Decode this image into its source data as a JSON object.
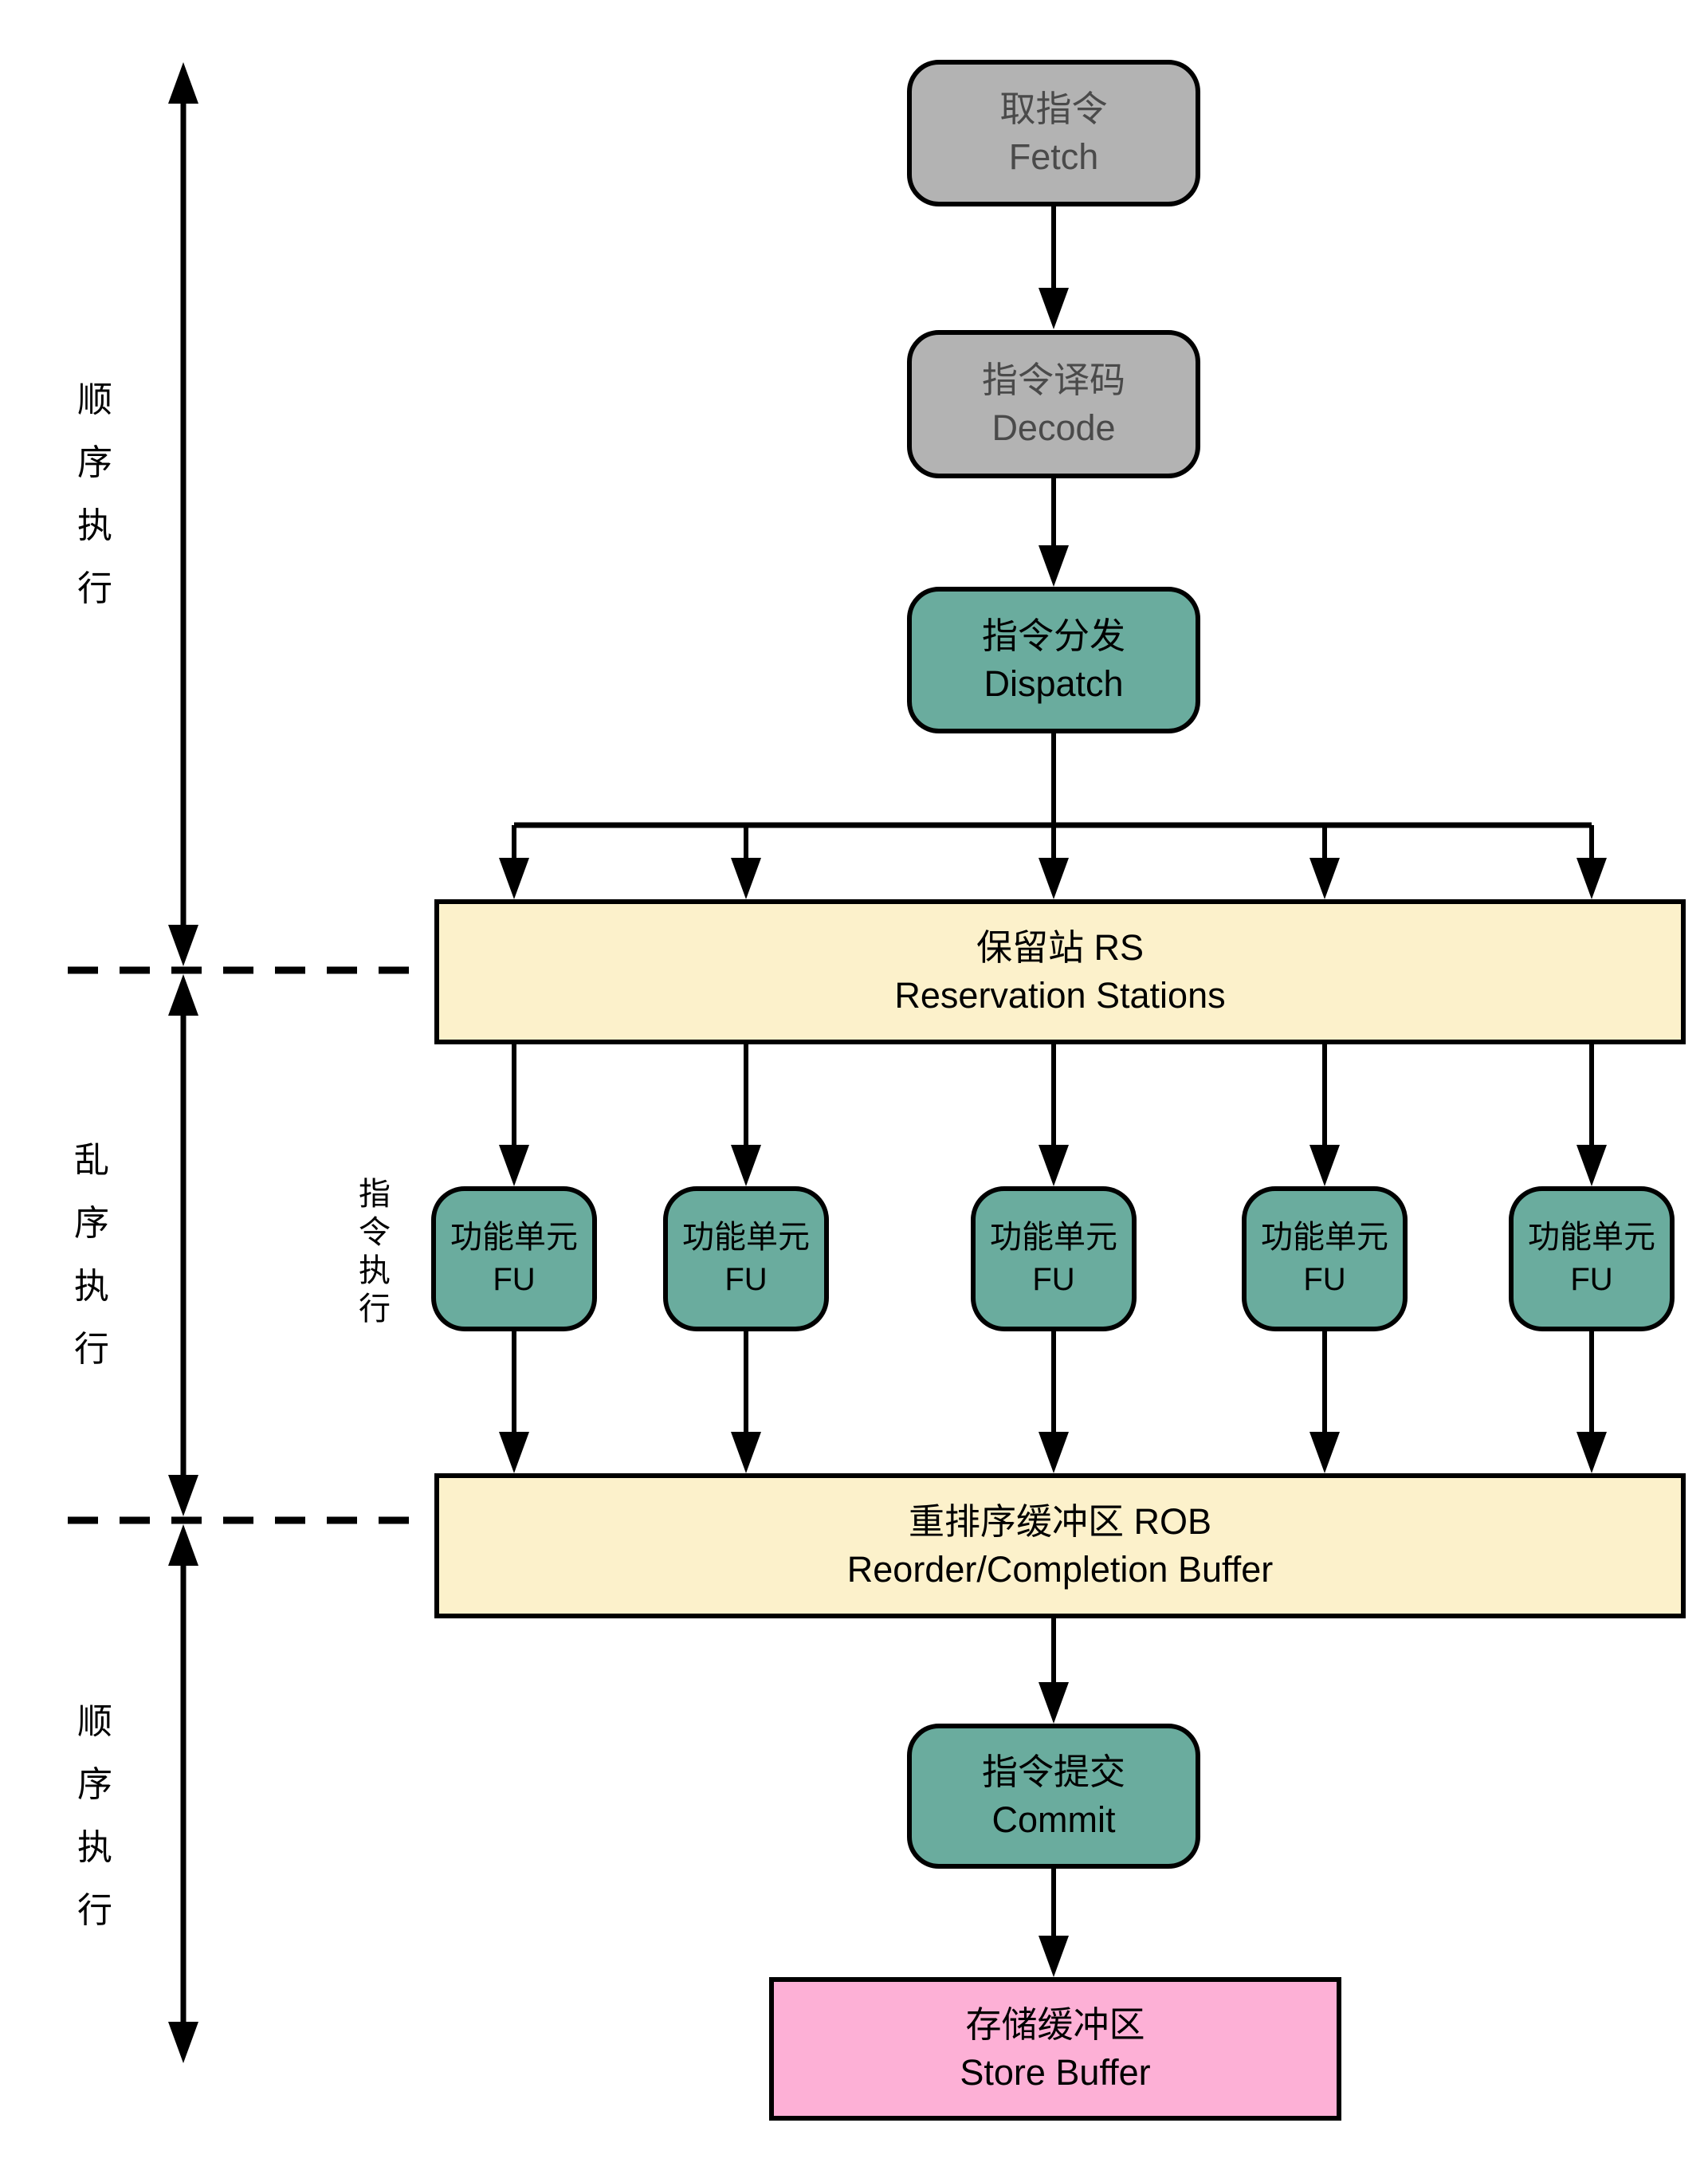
{
  "colors": {
    "gray_fill": "#B3B3B3",
    "teal_fill": "#6AAC9E",
    "yellow_fill": "#FCF1CB",
    "pink_fill": "#FDB0D6",
    "line": "#000000",
    "background": "#FFFFFF"
  },
  "side_rail": {
    "sections": [
      {
        "label": "顺序执行",
        "chars": [
          "顺",
          "序",
          "执",
          "行"
        ]
      },
      {
        "label": "乱序执行",
        "chars": [
          "乱",
          "序",
          "执",
          "行"
        ]
      },
      {
        "label": "顺序执行",
        "chars": [
          "顺",
          "序",
          "执",
          "行"
        ]
      }
    ]
  },
  "fu_side_label": {
    "label": "指令执行",
    "chars": [
      "指",
      "令",
      "执",
      "行"
    ]
  },
  "nodes": {
    "fetch": {
      "zh": "取指令",
      "en": "Fetch"
    },
    "decode": {
      "zh": "指令译码",
      "en": "Decode"
    },
    "dispatch": {
      "zh": "指令分发",
      "en": "Dispatch"
    },
    "rs": {
      "zh": "保留站 RS",
      "en": "Reservation Stations"
    },
    "fu": {
      "zh": "功能单元",
      "en": "FU"
    },
    "rob": {
      "zh": "重排序缓冲区 ROB",
      "en": "Reorder/Completion Buffer"
    },
    "commit": {
      "zh": "指令提交",
      "en": "Commit"
    },
    "store_buffer": {
      "zh": "存储缓冲区",
      "en": "Store Buffer"
    }
  }
}
